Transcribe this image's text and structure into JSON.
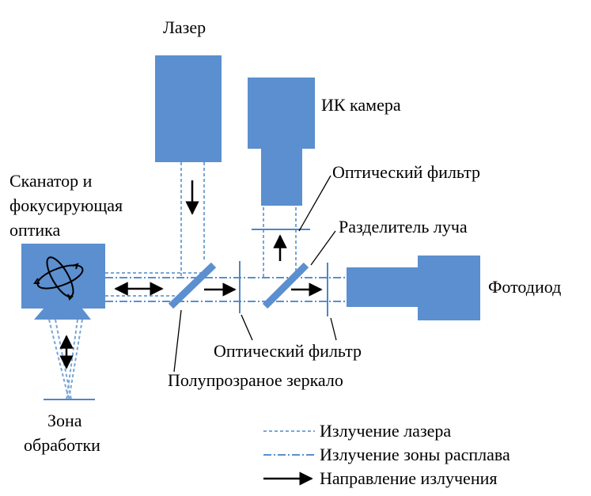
{
  "labels": {
    "laser": "Лазер",
    "ir_camera": "ИК камера",
    "optical_filter_top": "Оптический фильтр",
    "scanner_line1": "Сканатор и",
    "scanner_line2": "фокусирующая",
    "scanner_line3": "оптика",
    "beam_splitter": "Разделитель луча",
    "photodiode": "Фотодиод",
    "optical_filter_bottom": "Оптический фильтр",
    "half_mirror": "Полупрозраное зеркало",
    "zone_line1": "Зона",
    "zone_line2": "обработки"
  },
  "legend": {
    "laser_radiation": "Излучение лазера",
    "melt_zone_radiation": "Излучение зоны расплава",
    "radiation_direction": "Направление излучения"
  },
  "colors": {
    "component_fill": "#5b8fcf",
    "laser_beam": "#7aa6d6",
    "melt_beam": "#5b8fcf",
    "element_line": "#4f86c6",
    "arrow": "#000000"
  }
}
